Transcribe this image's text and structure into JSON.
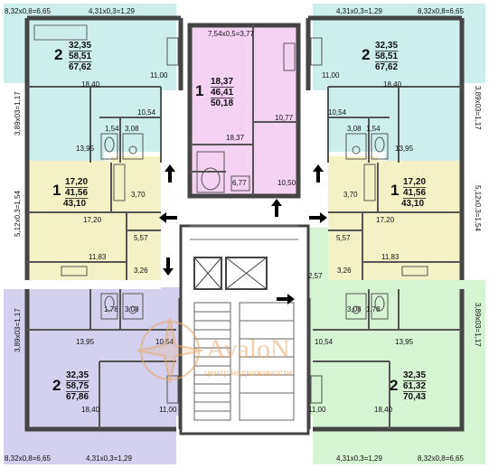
{
  "colors": {
    "apt_top_left": "#cdeeed",
    "apt_top_right": "#cdeeed",
    "apt_center": "#f3d2f2",
    "apt_mid_left": "#f4f1c4",
    "apt_mid_right": "#f4f1c4",
    "apt_bottom_left": "#d3d1ee",
    "apt_bottom_right": "#d6f3d4",
    "watermark": "#e8a86a"
  },
  "apartments": [
    {
      "id": "top_left",
      "rooms": "2",
      "living": "32,35",
      "total": "58,51",
      "full": "67,62"
    },
    {
      "id": "center",
      "rooms": "1",
      "living": "18,37",
      "total": "46,41",
      "full": "50,18"
    },
    {
      "id": "top_right",
      "rooms": "2",
      "living": "32,35",
      "total": "58,51",
      "full": "67,62"
    },
    {
      "id": "mid_left",
      "rooms": "1",
      "living": "17,20",
      "total": "41,56",
      "full": "43,10"
    },
    {
      "id": "mid_right",
      "rooms": "1",
      "living": "17,20",
      "total": "41,56",
      "full": "43,10"
    },
    {
      "id": "bottom_left",
      "rooms": "2",
      "living": "32,35",
      "total": "58,75",
      "full": "67,86"
    },
    {
      "id": "bottom_right",
      "rooms": "2",
      "living": "32,35",
      "total": "61,32",
      "full": "70,43"
    }
  ],
  "balconies": {
    "tl_top_a": "8,32х0,8=6,65",
    "tl_top_b": "4,31х0,3=1,29",
    "tl_side": "3,89х03=1,17",
    "center_top": "7,54х0,5=3,77",
    "tr_top_a": "4,31х0,3=1,29",
    "tr_top_b": "8,32х0,8=6,65",
    "tr_side": "3,89х03=1,17",
    "ml_side": "5,12х0,3=1,54",
    "mr_side": "5,12х0,3=1,54",
    "bl_side": "3,89х03=1,17",
    "bl_bot_a": "8,32х0,8=6,65",
    "bl_bot_b": "4,31х0,3=1,29",
    "br_side": "3,89х03=1,17",
    "br_bot_a": "4,31х0,3=1,29",
    "br_bot_b": "8,32х0,8=6,65"
  },
  "room_areas": {
    "tl_11_00": "11,00",
    "tl_18_40": "18,40",
    "tl_10_54": "10,54",
    "tl_1_54": "1,54",
    "tl_3_08": "3,08",
    "tl_13_95": "13,95",
    "c_10_77": "10,77",
    "c_18_37": "18,37",
    "c_6_77": "6,77",
    "c_10_50": "10,50",
    "tr_11_00": "11,00",
    "tr_18_40": "18,40",
    "tr_10_54": "10,54",
    "tr_3_08": "3,08",
    "tr_1_54": "1,54",
    "tr_13_95": "13,95",
    "ml_3_70": "3,70",
    "ml_17_20": "17,20",
    "ml_5_57": "5,57",
    "ml_11_83": "11,83",
    "ml_3_26": "3,26",
    "mr_3_70": "3,70",
    "mr_17_20": "17,20",
    "mr_5_57": "5,57",
    "mr_11_83": "11,83",
    "mr_3_26": "3,26",
    "mr_2_57": "2,57",
    "bl_1_78": "1,78",
    "bl_3_08": "3,08",
    "bl_13_95": "13,95",
    "bl_10_54": "10,54",
    "bl_18_40": "18,40",
    "bl_11_00": "11,00",
    "br_3_08": "3,08",
    "br_1_78": "1,78",
    "br_10_54": "10,54",
    "br_13_95": "13,95",
    "br_11_00": "11,00",
    "br_18_40": "18,40"
  },
  "watermark": {
    "brand": "AvaloN",
    "subtitle": "центр недвижимости"
  }
}
